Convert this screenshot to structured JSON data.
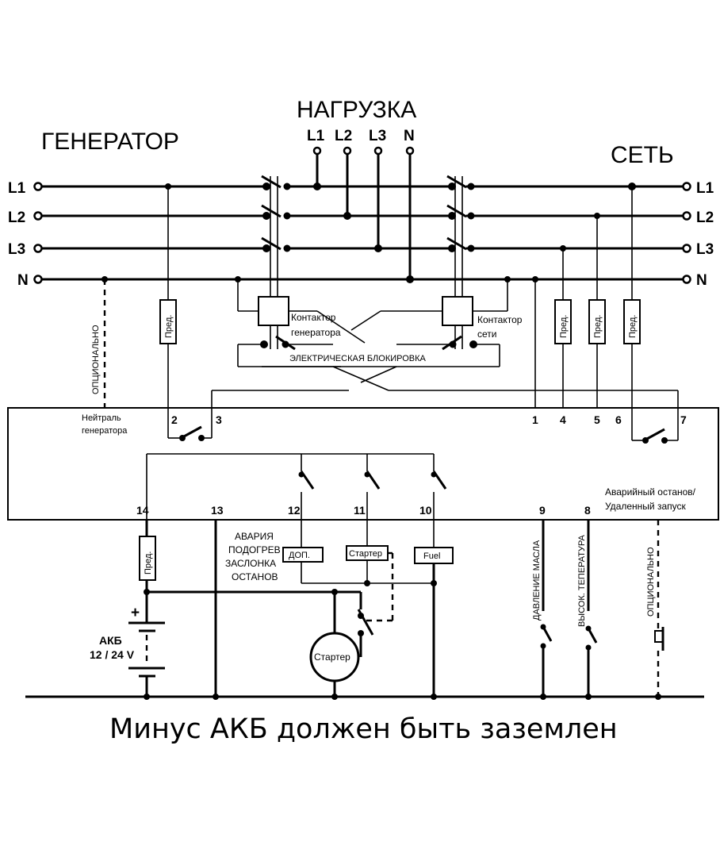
{
  "titles": {
    "generator": "ГЕНЕРАТОР",
    "load": "НАГРУЗКА",
    "mains": "СЕТЬ"
  },
  "load_terminals": [
    "L1",
    "L2",
    "L3",
    "N"
  ],
  "bus_labels": [
    "L1",
    "L2",
    "L3",
    "N"
  ],
  "contactors": {
    "generator": [
      "Контактор",
      "генератора"
    ],
    "mains": [
      "Контактор",
      "сети"
    ],
    "interlock": "ЭЛЕКТРИЧЕСКАЯ БЛОКИРОВКА"
  },
  "fuse_label": "Пред.",
  "optional_label": "ОПЦИОНАЛЬНО",
  "generator_neutral": [
    "Нейтраль",
    "генератора"
  ],
  "terminals_top": [
    "2",
    "3",
    "1",
    "4",
    "5",
    "6",
    "7"
  ],
  "terminals_bottom": [
    "14",
    "13",
    "12",
    "11",
    "10",
    "9",
    "8"
  ],
  "emergency": [
    "Аварийный останов/",
    "Удаленный запуск"
  ],
  "alarm_block": [
    "АВАРИЯ",
    "ПОДОГРЕВ",
    "ЗАСЛОНКА",
    "ОСТАНОВ"
  ],
  "relay_boxes": {
    "aux": "ДОП.",
    "starter": "Стартер",
    "fuel": "Fuel"
  },
  "sensors": {
    "oil_pressure": "ДАВЛЕНИЕ МАСЛА",
    "high_temp": "ВЫСОК. ТЕПЕРАТУРА"
  },
  "battery": {
    "plus": "+",
    "label": "АКБ",
    "voltage": "12 / 24 V"
  },
  "starter_motor": "Стартер",
  "footer": "Минус АКБ должен быть заземлен"
}
